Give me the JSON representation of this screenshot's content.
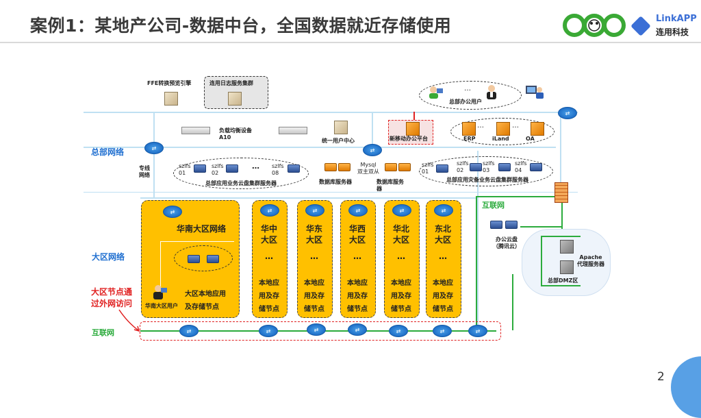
{
  "slide": {
    "title": "案例1：某地产公司-数据中台，全国数据就近存储使用",
    "page_number": "2",
    "logo_en": "LinkAPP",
    "logo_cn": "连用科技"
  },
  "hq": {
    "ffe_label": "FFE转换预览引擎",
    "log_cluster_label": "连用日志服务集群",
    "lb_label": "负载均衡设备\nA10",
    "uum_label": "统一用户中心",
    "mobile_label": "新移动办公平台",
    "office_users_label": "总部办公用户",
    "erp": "ERP",
    "iland": "iLand",
    "oa": "OA",
    "ellipsis": "…",
    "dedicated_line": "专线\n网络",
    "szlfs": [
      "szlfs\n01",
      "szlfs\n02",
      "szlfs\n08"
    ],
    "app_cluster_label": "总部应用业务云盘集群服务器",
    "db_label_1": "数据库服务器",
    "mysql_label": "Mysql\n双主双从",
    "db_label_2": "数据库服务\n器",
    "backup_szlfs": [
      "szlfs\n01",
      "szlfs\n02",
      "szlfs\n03",
      "szlfs\n04"
    ],
    "backup_cluster_label": "总部应用灾备业务云盘集群服务器"
  },
  "side_labels": {
    "hq_network": "总部网络",
    "region_network": "大区网络",
    "node_access": "大区节点通\n过外网访问",
    "internet_bottom": "互联网",
    "internet_right": "互联网"
  },
  "regions": {
    "south": {
      "title": "华南大区网络",
      "local_label": "大区本地应用\n及存储节点",
      "user_label": "华南大区用户"
    },
    "others": [
      {
        "title": "华中\n大区",
        "dots": "…",
        "sub": "本地应\n用及存\n储节点"
      },
      {
        "title": "华东\n大区",
        "dots": "…",
        "sub": "本地应\n用及存\n储节点"
      },
      {
        "title": "华西\n大区",
        "dots": "…",
        "sub": "本地应\n用及存\n储节点"
      },
      {
        "title": "华北\n大区",
        "dots": "…",
        "sub": "本地应\n用及存\n储节点"
      },
      {
        "title": "东北\n大区",
        "dots": "…",
        "sub": "本地应\n用及存\n储节点"
      }
    ]
  },
  "dmz": {
    "cloud_disk_label": "办公云盘\n（腾讯云）",
    "apache_label": "Apache\n代理服务器",
    "dmz_label": "总部DMZ区"
  },
  "colors": {
    "region_fill": "#ffc000",
    "network_line": "#bfe0f2",
    "internet_line": "#2bab3c",
    "label_blue": "#1f6fd0",
    "label_red": "#e02020"
  }
}
